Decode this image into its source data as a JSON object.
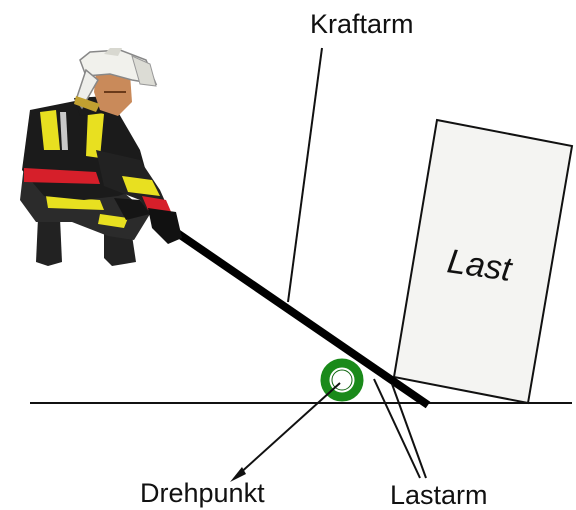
{
  "diagram": {
    "labels": {
      "kraftarm": "Kraftarm",
      "last": "Last",
      "drehpunkt": "Drehpunkt",
      "lastarm": "Lastarm"
    },
    "icons": {
      "figure": "firefighter-icon",
      "pivot": "pivot-ring-icon"
    },
    "colors": {
      "lever": "#000000",
      "pivot": "#1a8a1a",
      "load_fill": "#f4f4f2",
      "line": "#111111"
    }
  }
}
